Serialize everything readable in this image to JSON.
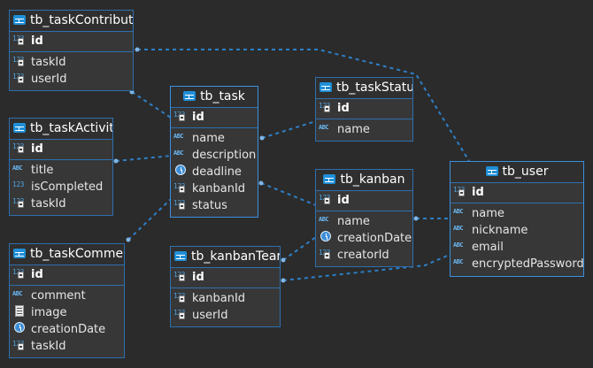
{
  "colors": {
    "background": "#2b2b2b",
    "entity_fill": "#373737",
    "entity_border": "#2e6fae",
    "connector": "#2e7fc7"
  },
  "entities": {
    "tb_taskContributor": {
      "title": "tb_taskContribut",
      "pk": {
        "name": "id",
        "icon": "numeric-key-icon"
      },
      "columns": [
        {
          "name": "taskId",
          "icon": "numeric-key-icon"
        },
        {
          "name": "userId",
          "icon": "numeric-key-icon"
        }
      ]
    },
    "tb_taskActivity": {
      "title": "tb_taskActivit",
      "pk": {
        "name": "id",
        "icon": "numeric-key-icon"
      },
      "columns": [
        {
          "name": "title",
          "icon": "text-type-icon"
        },
        {
          "name": "isCompleted",
          "icon": "numeric-type-icon"
        },
        {
          "name": "taskId",
          "icon": "numeric-key-icon"
        }
      ]
    },
    "tb_taskComment": {
      "title": "tb_taskCommer",
      "pk": {
        "name": "id",
        "icon": "numeric-key-icon"
      },
      "columns": [
        {
          "name": "comment",
          "icon": "text-type-icon"
        },
        {
          "name": "image",
          "icon": "image-type-icon"
        },
        {
          "name": "creationDate",
          "icon": "clock-type-icon"
        },
        {
          "name": "taskId",
          "icon": "numeric-key-icon"
        }
      ]
    },
    "tb_task": {
      "title": "tb_task",
      "pk": {
        "name": "id",
        "icon": "numeric-key-icon"
      },
      "columns": [
        {
          "name": "name",
          "icon": "text-type-icon"
        },
        {
          "name": "description",
          "icon": "text-type-icon"
        },
        {
          "name": "deadline",
          "icon": "clock-type-icon"
        },
        {
          "name": "kanbanId",
          "icon": "numeric-key-icon"
        },
        {
          "name": "status",
          "icon": "numeric-key-icon"
        }
      ]
    },
    "tb_taskStatus": {
      "title": "tb_taskStatu",
      "pk": {
        "name": "id",
        "icon": "numeric-key-icon"
      },
      "columns": [
        {
          "name": "name",
          "icon": "text-type-icon"
        }
      ]
    },
    "tb_kanban": {
      "title": "tb_kanban",
      "pk": {
        "name": "id",
        "icon": "numeric-key-icon"
      },
      "columns": [
        {
          "name": "name",
          "icon": "text-type-icon"
        },
        {
          "name": "creationDate",
          "icon": "clock-type-icon"
        },
        {
          "name": "creatorId",
          "icon": "numeric-key-icon"
        }
      ]
    },
    "tb_kanbanTeam": {
      "title": "tb_kanbanTear",
      "pk": {
        "name": "id",
        "icon": "numeric-key-icon"
      },
      "columns": [
        {
          "name": "kanbanId",
          "icon": "numeric-key-icon"
        },
        {
          "name": "userId",
          "icon": "numeric-key-icon"
        }
      ]
    },
    "tb_user": {
      "title": "tb_user",
      "pk": {
        "name": "id",
        "icon": "numeric-key-icon"
      },
      "columns": [
        {
          "name": "name",
          "icon": "text-type-icon"
        },
        {
          "name": "nickname",
          "icon": "text-type-icon"
        },
        {
          "name": "email",
          "icon": "text-type-icon"
        },
        {
          "name": "encryptedPassword",
          "icon": "text-type-icon"
        }
      ]
    }
  }
}
